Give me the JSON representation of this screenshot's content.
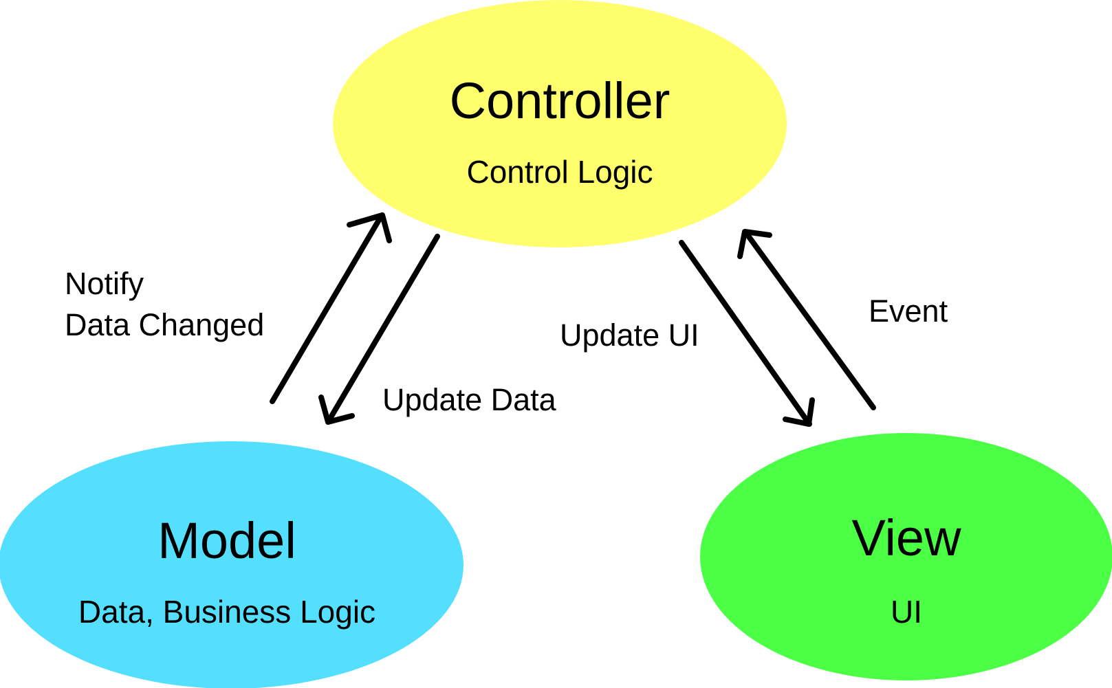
{
  "diagram": {
    "title": "MVC Pattern",
    "nodes": {
      "controller": {
        "title": "Controller",
        "subtitle": "Control Logic",
        "color": "#FFFF6E"
      },
      "model": {
        "title": "Model",
        "subtitle": "Data, Business Logic",
        "color": "#55DFFF"
      },
      "view": {
        "title": "View",
        "subtitle": "UI",
        "color": "#4BFF45"
      }
    },
    "edges": [
      {
        "from": "model",
        "to": "controller",
        "label_lines": [
          "Notify",
          "Data Changed"
        ]
      },
      {
        "from": "controller",
        "to": "model",
        "label": "Update Data"
      },
      {
        "from": "controller",
        "to": "view",
        "label": "Update UI"
      },
      {
        "from": "view",
        "to": "controller",
        "label": "Event"
      }
    ],
    "line_color": "#000000"
  }
}
